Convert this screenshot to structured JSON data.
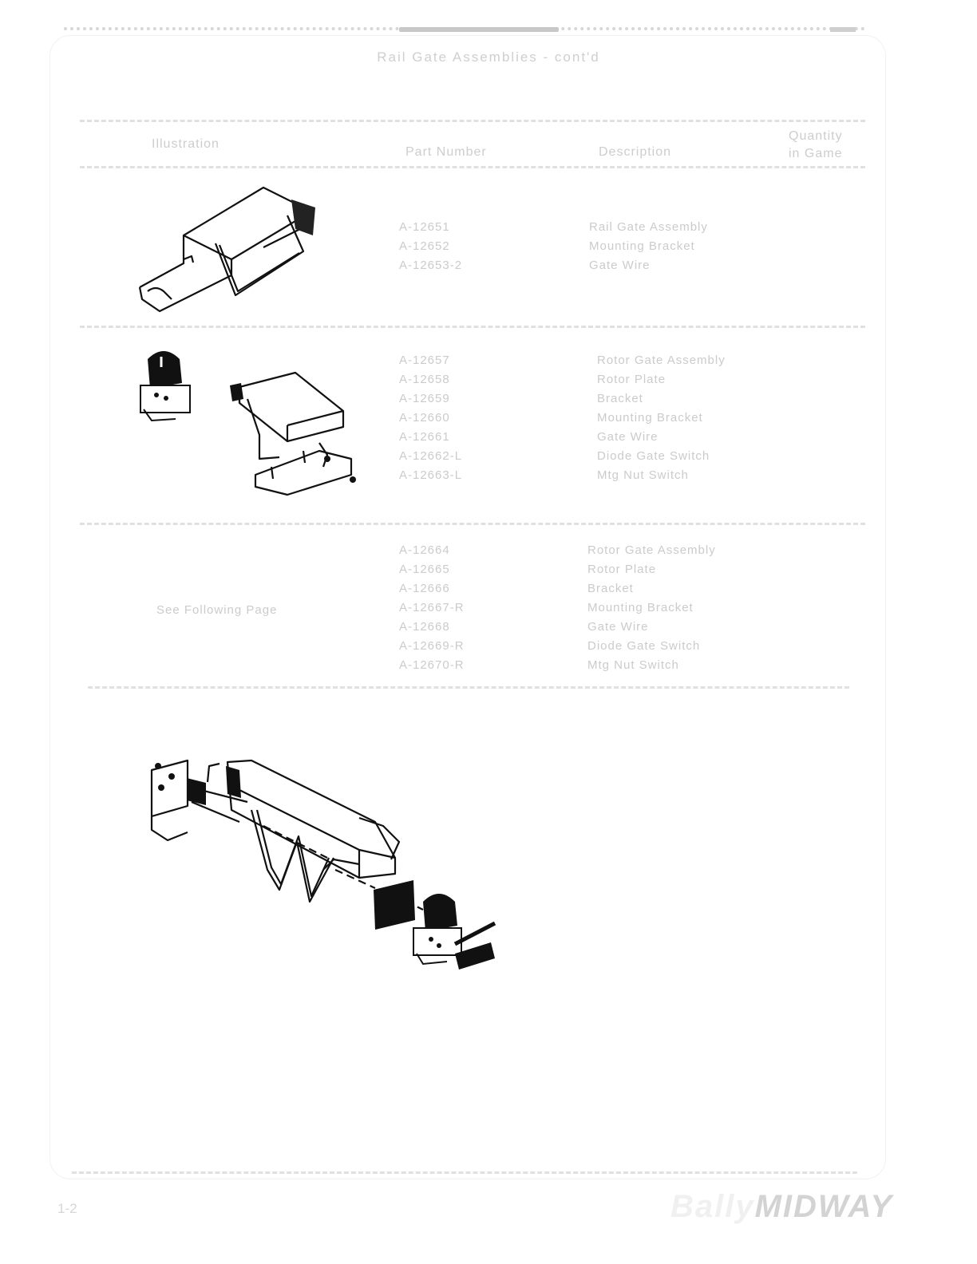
{
  "page": {
    "title": "Rail Gate Assemblies - cont'd",
    "page_number": "1-2"
  },
  "table_header": {
    "col_1": "Illustration",
    "col_2": "Part Number",
    "col_3": "Description",
    "col_4_line1": "Quantity",
    "col_4_line2": "in Game"
  },
  "rows": [
    {
      "part_numbers": [
        "A-12651",
        "A-12652",
        "A-12653-2"
      ],
      "descriptions": [
        "Rail Gate Assembly",
        "Mounting Bracket",
        "Gate Wire"
      ]
    },
    {
      "part_numbers": [
        "A-12657",
        "A-12658",
        "A-12659",
        "A-12660",
        "A-12661",
        "A-12662-L",
        "A-12663-L"
      ],
      "descriptions": [
        "Rotor Gate Assembly",
        "Rotor Plate",
        "Bracket",
        "Mounting Bracket",
        "Gate Wire",
        "Diode Gate Switch",
        "Mtg Nut Switch"
      ]
    },
    {
      "note": "See Following Page",
      "part_numbers": [
        "A-12664",
        "A-12665",
        "A-12666",
        "A-12667-R",
        "A-12668",
        "A-12669-R",
        "A-12670-R"
      ],
      "descriptions": [
        "Rotor Gate Assembly",
        "Rotor Plate",
        "Bracket",
        "Mounting Bracket",
        "Gate Wire",
        "Diode Gate Switch",
        "Mtg Nut Switch"
      ]
    }
  ],
  "footer": {
    "brand_part1": "Bally",
    "brand_part2": "MIDWAY"
  }
}
